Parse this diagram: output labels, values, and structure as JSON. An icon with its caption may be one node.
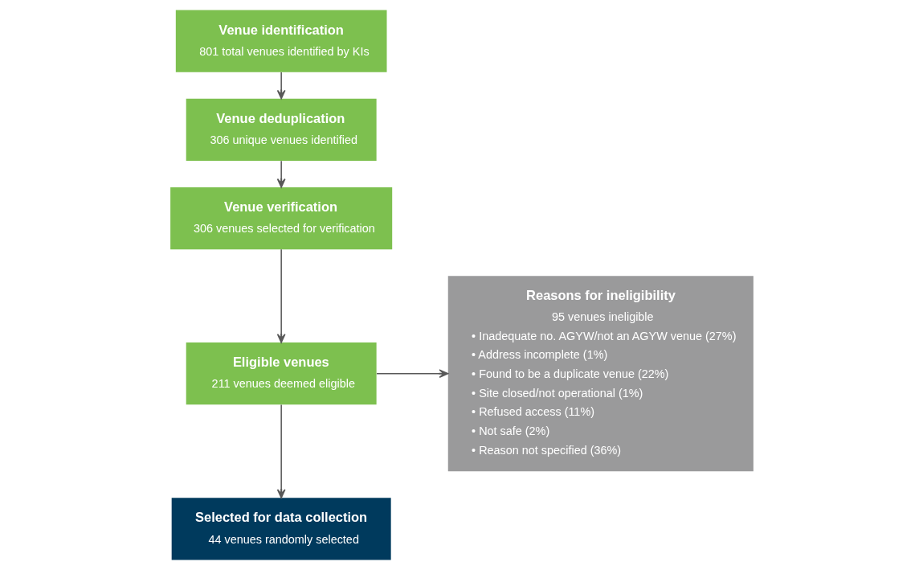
{
  "diagram": {
    "nodes": [
      {
        "text": [
          "Venue identification",
          "801 total venues identified by KIs"
        ]
      },
      {
        "text": [
          "Venue deduplication",
          "306 unique venues identified"
        ]
      },
      {
        "text": [
          "Venue verification",
          "306 venues selected for verification"
        ]
      },
      {
        "text": [
          "Eligible venues",
          "211 venues deemed eligible"
        ]
      },
      {
        "text": [
          "Selected for data collection",
          "44 venues randomly selected"
        ]
      },
      {
        "text": [
          "Reasons for ineligibility",
          "95 venues ineligible",
          "• Inadequate no. AGYW/not an AGYW venue (27%)",
          "• Address incomplete (1%)",
          "• Found to be a duplicate venue (22%)",
          "• Site closed/not operational (1%)",
          "• Refused access (11%)",
          "• Not safe (2%)",
          "• Reason not specified (36%)"
        ]
      }
    ],
    "edges": [
      {
        "from": 0,
        "to": 1,
        "arrow": "to"
      },
      {
        "from": 1,
        "to": 2,
        "arrow": "to"
      },
      {
        "from": 2,
        "to": 3,
        "arrow": "to"
      },
      {
        "from": 3,
        "to": 4,
        "arrow": "to"
      },
      {
        "from": 3,
        "to": 5,
        "arrow": "to"
      }
    ]
  }
}
